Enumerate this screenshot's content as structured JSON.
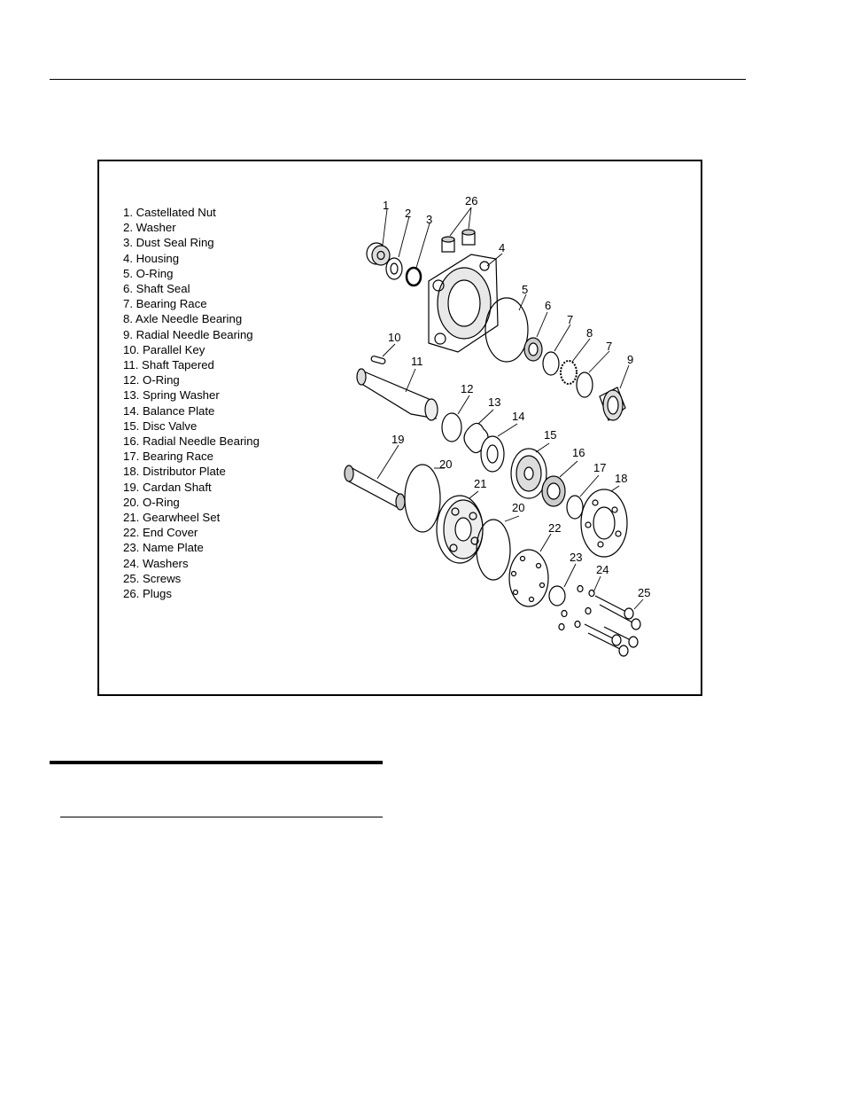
{
  "legend": [
    "1. Castellated Nut",
    "2. Washer",
    "3. Dust Seal Ring",
    "4. Housing",
    "5. O-Ring",
    "6. Shaft Seal",
    "7. Bearing Race",
    "8. Axle Needle Bearing",
    "9. Radial Needle Bearing",
    "10. Parallel Key",
    "11. Shaft Tapered",
    "12. O-Ring",
    "13. Spring Washer",
    "14. Balance Plate",
    "15. Disc Valve",
    "16. Radial Needle Bearing",
    "17. Bearing Race",
    "18. Distributor Plate",
    "19. Cardan Shaft",
    "20. O-Ring",
    "21. Gearwheel Set",
    "22. End Cover",
    "23. Name Plate",
    "24. Washers",
    "25. Screws",
    "26. Plugs"
  ],
  "callouts": {
    "c1": "1",
    "c2": "2",
    "c3": "3",
    "c26": "26",
    "c4": "4",
    "c5": "5",
    "c6": "6",
    "c7a": "7",
    "c8": "8",
    "c7b": "7",
    "c9": "9",
    "c10": "10",
    "c11": "11",
    "c12": "12",
    "c13": "13",
    "c14": "14",
    "c15": "15",
    "c16": "16",
    "c17": "17",
    "c18": "18",
    "c19": "19",
    "c20a": "20",
    "c21": "21",
    "c20b": "20",
    "c22": "22",
    "c23": "23",
    "c24": "24",
    "c25": "25"
  }
}
